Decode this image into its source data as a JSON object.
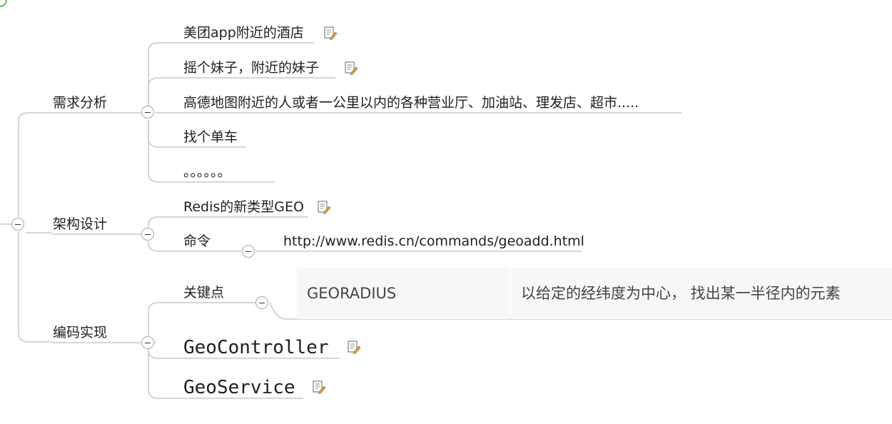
{
  "branches": [
    {
      "label": "需求分析",
      "children": [
        {
          "label": "美团app附近的酒店",
          "has_note": true
        },
        {
          "label": "摇个妹子，附近的妹子",
          "has_note": true
        },
        {
          "label": "高德地图附近的人或者一公里以内的各种营业厅、加油站、理发店、超市....."
        },
        {
          "label": "找个单车"
        },
        {
          "label": "。。。。。。"
        }
      ]
    },
    {
      "label": "架构设计",
      "children": [
        {
          "label": "Redis的新类型GEO",
          "has_note": true
        },
        {
          "label": "命令",
          "child": "http://www.redis.cn/commands/geoadd.html"
        }
      ]
    },
    {
      "label": "编码实现",
      "children": [
        {
          "label": "关键点",
          "table": [
            "GEORADIUS",
            "以给定的经纬度为中心， 找出某一半径内的元素"
          ]
        },
        {
          "label": "GeoController",
          "has_note": true
        },
        {
          "label": "GeoService",
          "has_note": true
        }
      ]
    }
  ],
  "icons": {
    "note": "note-edit-icon",
    "collapse": "minus-circle-icon"
  },
  "colors": {
    "line": "#c8c8c8",
    "table_bg": "#f7f7f7",
    "root_marker": "#5cb85c"
  }
}
